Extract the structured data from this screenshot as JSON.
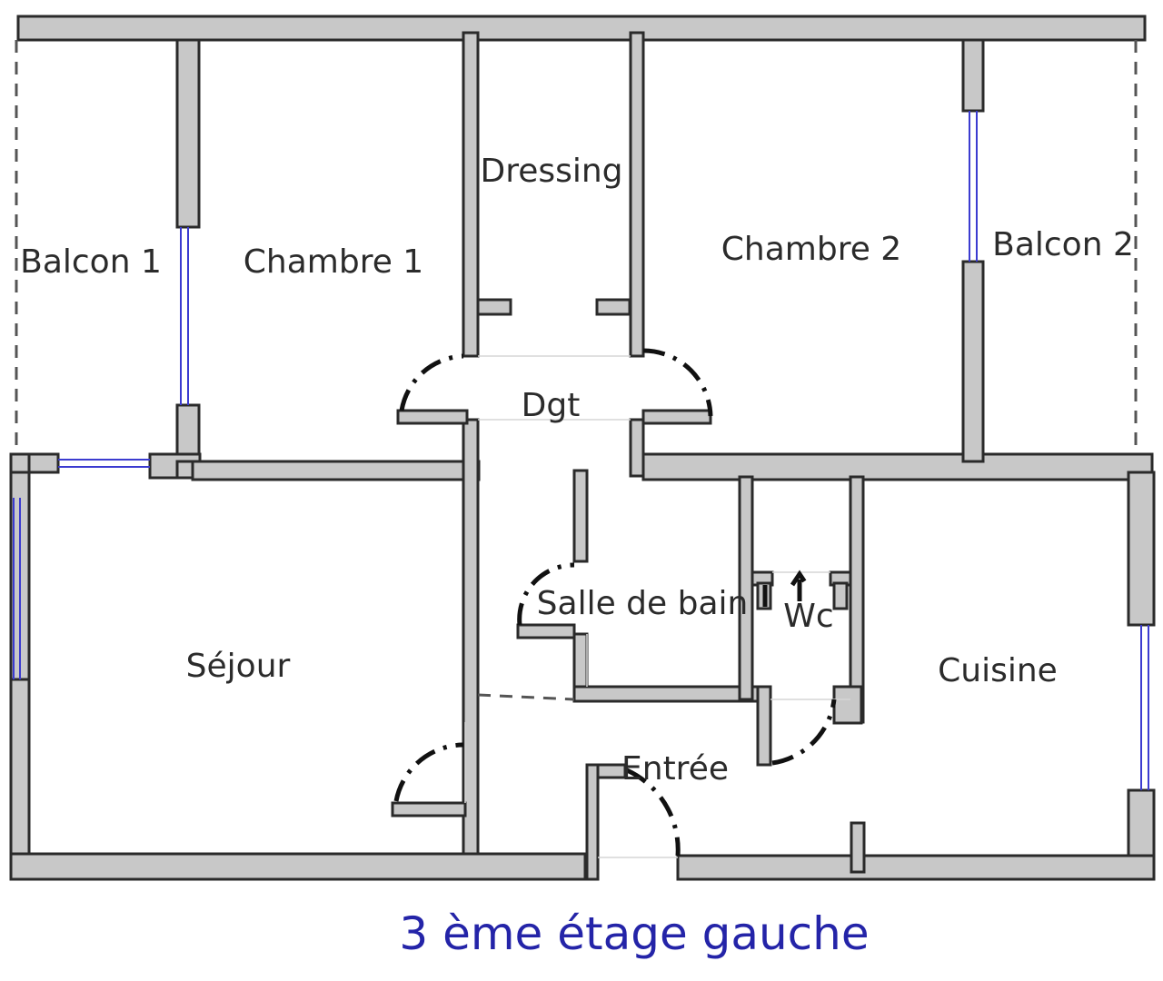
{
  "colors": {
    "wall_fill": "#c8c8c8",
    "wall_stroke": "#2a2a2a",
    "window": "#3b3bd0",
    "caption": "#2424a8"
  },
  "rooms": {
    "balcon_1": "Balcon 1",
    "chambre_1": "Chambre 1",
    "dressing": "Dressing",
    "chambre_2": "Chambre 2",
    "balcon_2": "Balcon 2",
    "dgt": "Dgt",
    "salle_de_bain": "Salle de bain",
    "wc": "Wc",
    "sejour": "Séjour",
    "cuisine": "Cuisine",
    "entree": "Entrée"
  },
  "caption": "3 ème étage gauche"
}
